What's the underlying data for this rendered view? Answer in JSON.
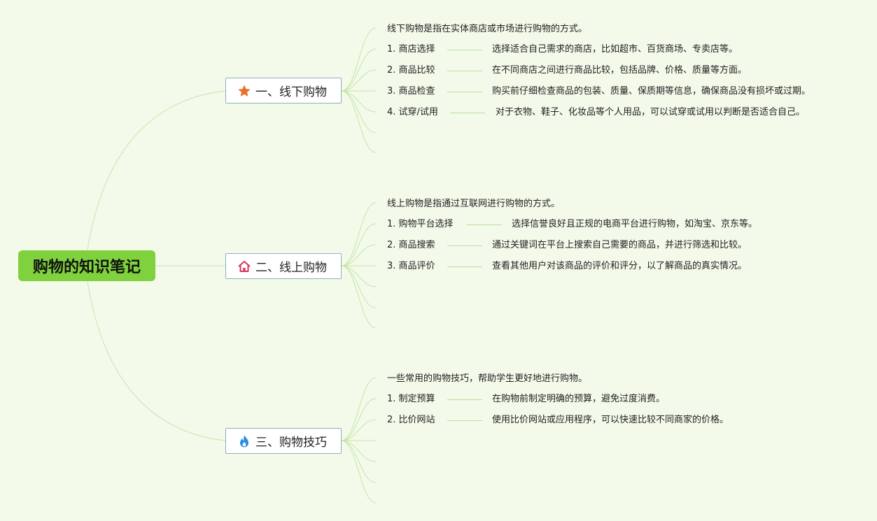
{
  "root": {
    "title": "购物的知识笔记",
    "color": "#7fd13d"
  },
  "branches": [
    {
      "title": "一、线下购物",
      "icon": "star-icon",
      "icon_color": "#e8702a",
      "intro": "线下购物是指在实体商店或市场进行购物的方式。",
      "items": [
        {
          "label": "1. 商店选择",
          "desc": "选择适合自己需求的商店，比如超市、百货商场、专卖店等。"
        },
        {
          "label": "2. 商品比较",
          "desc": "在不同商店之间进行商品比较，包括品牌、价格、质量等方面。"
        },
        {
          "label": "3. 商品检查",
          "desc": "购买前仔细检查商品的包装、质量、保质期等信息，确保商品没有损坏或过期。"
        },
        {
          "label": "4. 试穿/试用",
          "desc": "对于衣物、鞋子、化妆品等个人用品，可以试穿或试用以判断是否适合自己。"
        }
      ]
    },
    {
      "title": "二、线上购物",
      "icon": "home-icon",
      "icon_color": "#d9365e",
      "intro": "线上购物是指通过互联网进行购物的方式。",
      "items": [
        {
          "label": "1. 购物平台选择",
          "desc": "选择信誉良好且正规的电商平台进行购物，如淘宝、京东等。"
        },
        {
          "label": "2. 商品搜索",
          "desc": "通过关键词在平台上搜索自己需要的商品，并进行筛选和比较。"
        },
        {
          "label": "3. 商品评价",
          "desc": "查看其他用户对该商品的评价和评分，以了解商品的真实情况。"
        }
      ]
    },
    {
      "title": "三、购物技巧",
      "icon": "flame-icon",
      "icon_color": "#2a8de0",
      "intro": "一些常用的购物技巧，帮助学生更好地进行购物。",
      "items": [
        {
          "label": "1. 制定预算",
          "desc": "在购物前制定明确的预算，避免过度消费。"
        },
        {
          "label": "2. 比价网站",
          "desc": "使用比价网站或应用程序，可以快速比较不同商家的价格。"
        }
      ]
    }
  ],
  "connector_color": "#c4e6a8"
}
